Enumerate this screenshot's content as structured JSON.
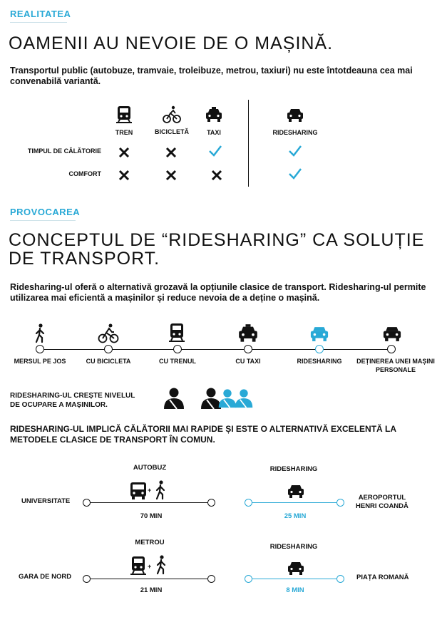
{
  "section1": {
    "kicker": "REALITATEA",
    "title": "OAMENII AU NEVOIE DE O MAȘINĂ.",
    "lead": "Transportul public (autobuze, tramvaie, troleibuze, metrou, taxiuri) nu este întotdeauna cea mai convenabilă variantă."
  },
  "comparison": {
    "columns": [
      {
        "label": "TREN",
        "icon": "train-icon"
      },
      {
        "label": "BICICLETĂ",
        "icon": "bicycle-icon"
      },
      {
        "label": "TAXI",
        "icon": "taxi-icon"
      },
      {
        "label": "RIDESHARING",
        "icon": "car-icon"
      }
    ],
    "rows": [
      {
        "label": "TIMPUL DE CĂLĂTORIE",
        "values": [
          "x",
          "x",
          "check",
          "check"
        ]
      },
      {
        "label": "COMFORT",
        "values": [
          "x",
          "x",
          "x",
          "check"
        ]
      }
    ]
  },
  "section2": {
    "kicker": "PROVOCAREA",
    "title_line1": "CONCEPTUL DE “RIDESHARING” CA SOLUȚIE",
    "title_line2": "DE TRANSPORT.",
    "lead": "Ridesharing-ul oferă o alternativă grozavă la opțiunile clasice de transport. Ridesharing-ul permite utilizarea mai eficientă a mașinilor și reduce nevoia de a deține o mașină."
  },
  "timeline": [
    {
      "label": "MERSUL PE JOS",
      "icon": "walking-icon"
    },
    {
      "label": "CU BICICLETA",
      "icon": "cyclist-icon"
    },
    {
      "label": "CU TRENUL",
      "icon": "train-icon"
    },
    {
      "label": "CU TAXI",
      "icon": "taxi-icon"
    },
    {
      "label": "RIDESHARING",
      "icon": "car-icon",
      "highlight": true
    },
    {
      "label": "DEȚINEREA UNEI MAȘINI PERSONALE",
      "icon": "car-icon"
    }
  ],
  "occupancy": {
    "line1": "RIDESHARING-UL CREȘTE NIVELUL",
    "line2": "DE OCUPARE A MAȘINILOR."
  },
  "faster": {
    "line1": "RIDESHARING-UL IMPLICĂ CĂLĂTORII MAI RAPIDE ȘI ESTE O ALTERNATIVĂ EXCELENTĂ LA",
    "line2": "METODELE CLASICE DE TRANSPORT ÎN COMUN."
  },
  "routes": [
    {
      "origin": "UNIVERSITATE",
      "destination_line1": "AEROPORTUL",
      "destination_line2": "HENRI COANDĂ",
      "public": {
        "mode": "AUTOBUZ",
        "time": "70 MIN",
        "icon": "bus-icon"
      },
      "rideshare": {
        "mode": "RIDESHARING",
        "time": "25 MIN",
        "icon": "car-icon"
      }
    },
    {
      "origin": "GARA DE NORD",
      "destination_line1": "PIAȚA ROMANĂ",
      "destination_line2": "",
      "public": {
        "mode": "METROU",
        "time": "21 MIN",
        "icon": "train-icon"
      },
      "rideshare": {
        "mode": "RIDESHARING",
        "time": "8 MIN",
        "icon": "car-icon"
      }
    }
  ],
  "colors": {
    "accent": "#29a9d6",
    "text": "#111111"
  }
}
